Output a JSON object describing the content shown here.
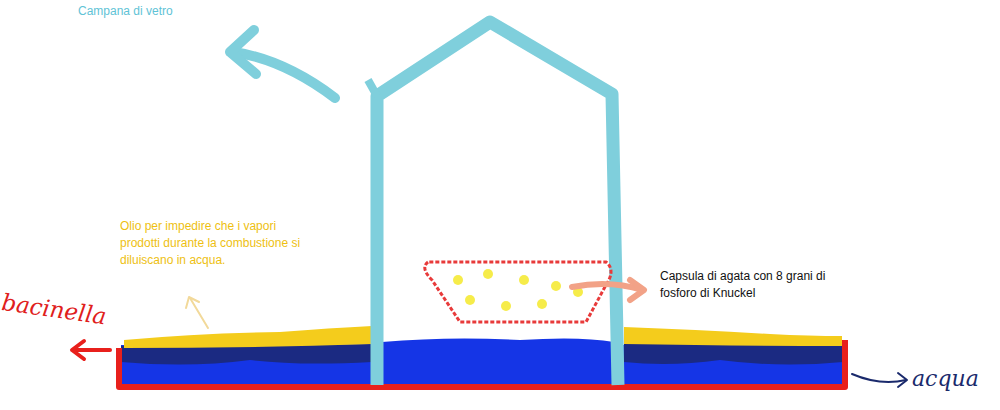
{
  "diagram": {
    "labels": [
      "Campana di vetro",
      "Olio per impedire che i vapori prodotti durante la combustione si diluiscano in acqua.",
      "bacinella",
      "Capsula di agata con 8 grani di fosforo di Knuckel",
      "acqua"
    ]
  }
}
